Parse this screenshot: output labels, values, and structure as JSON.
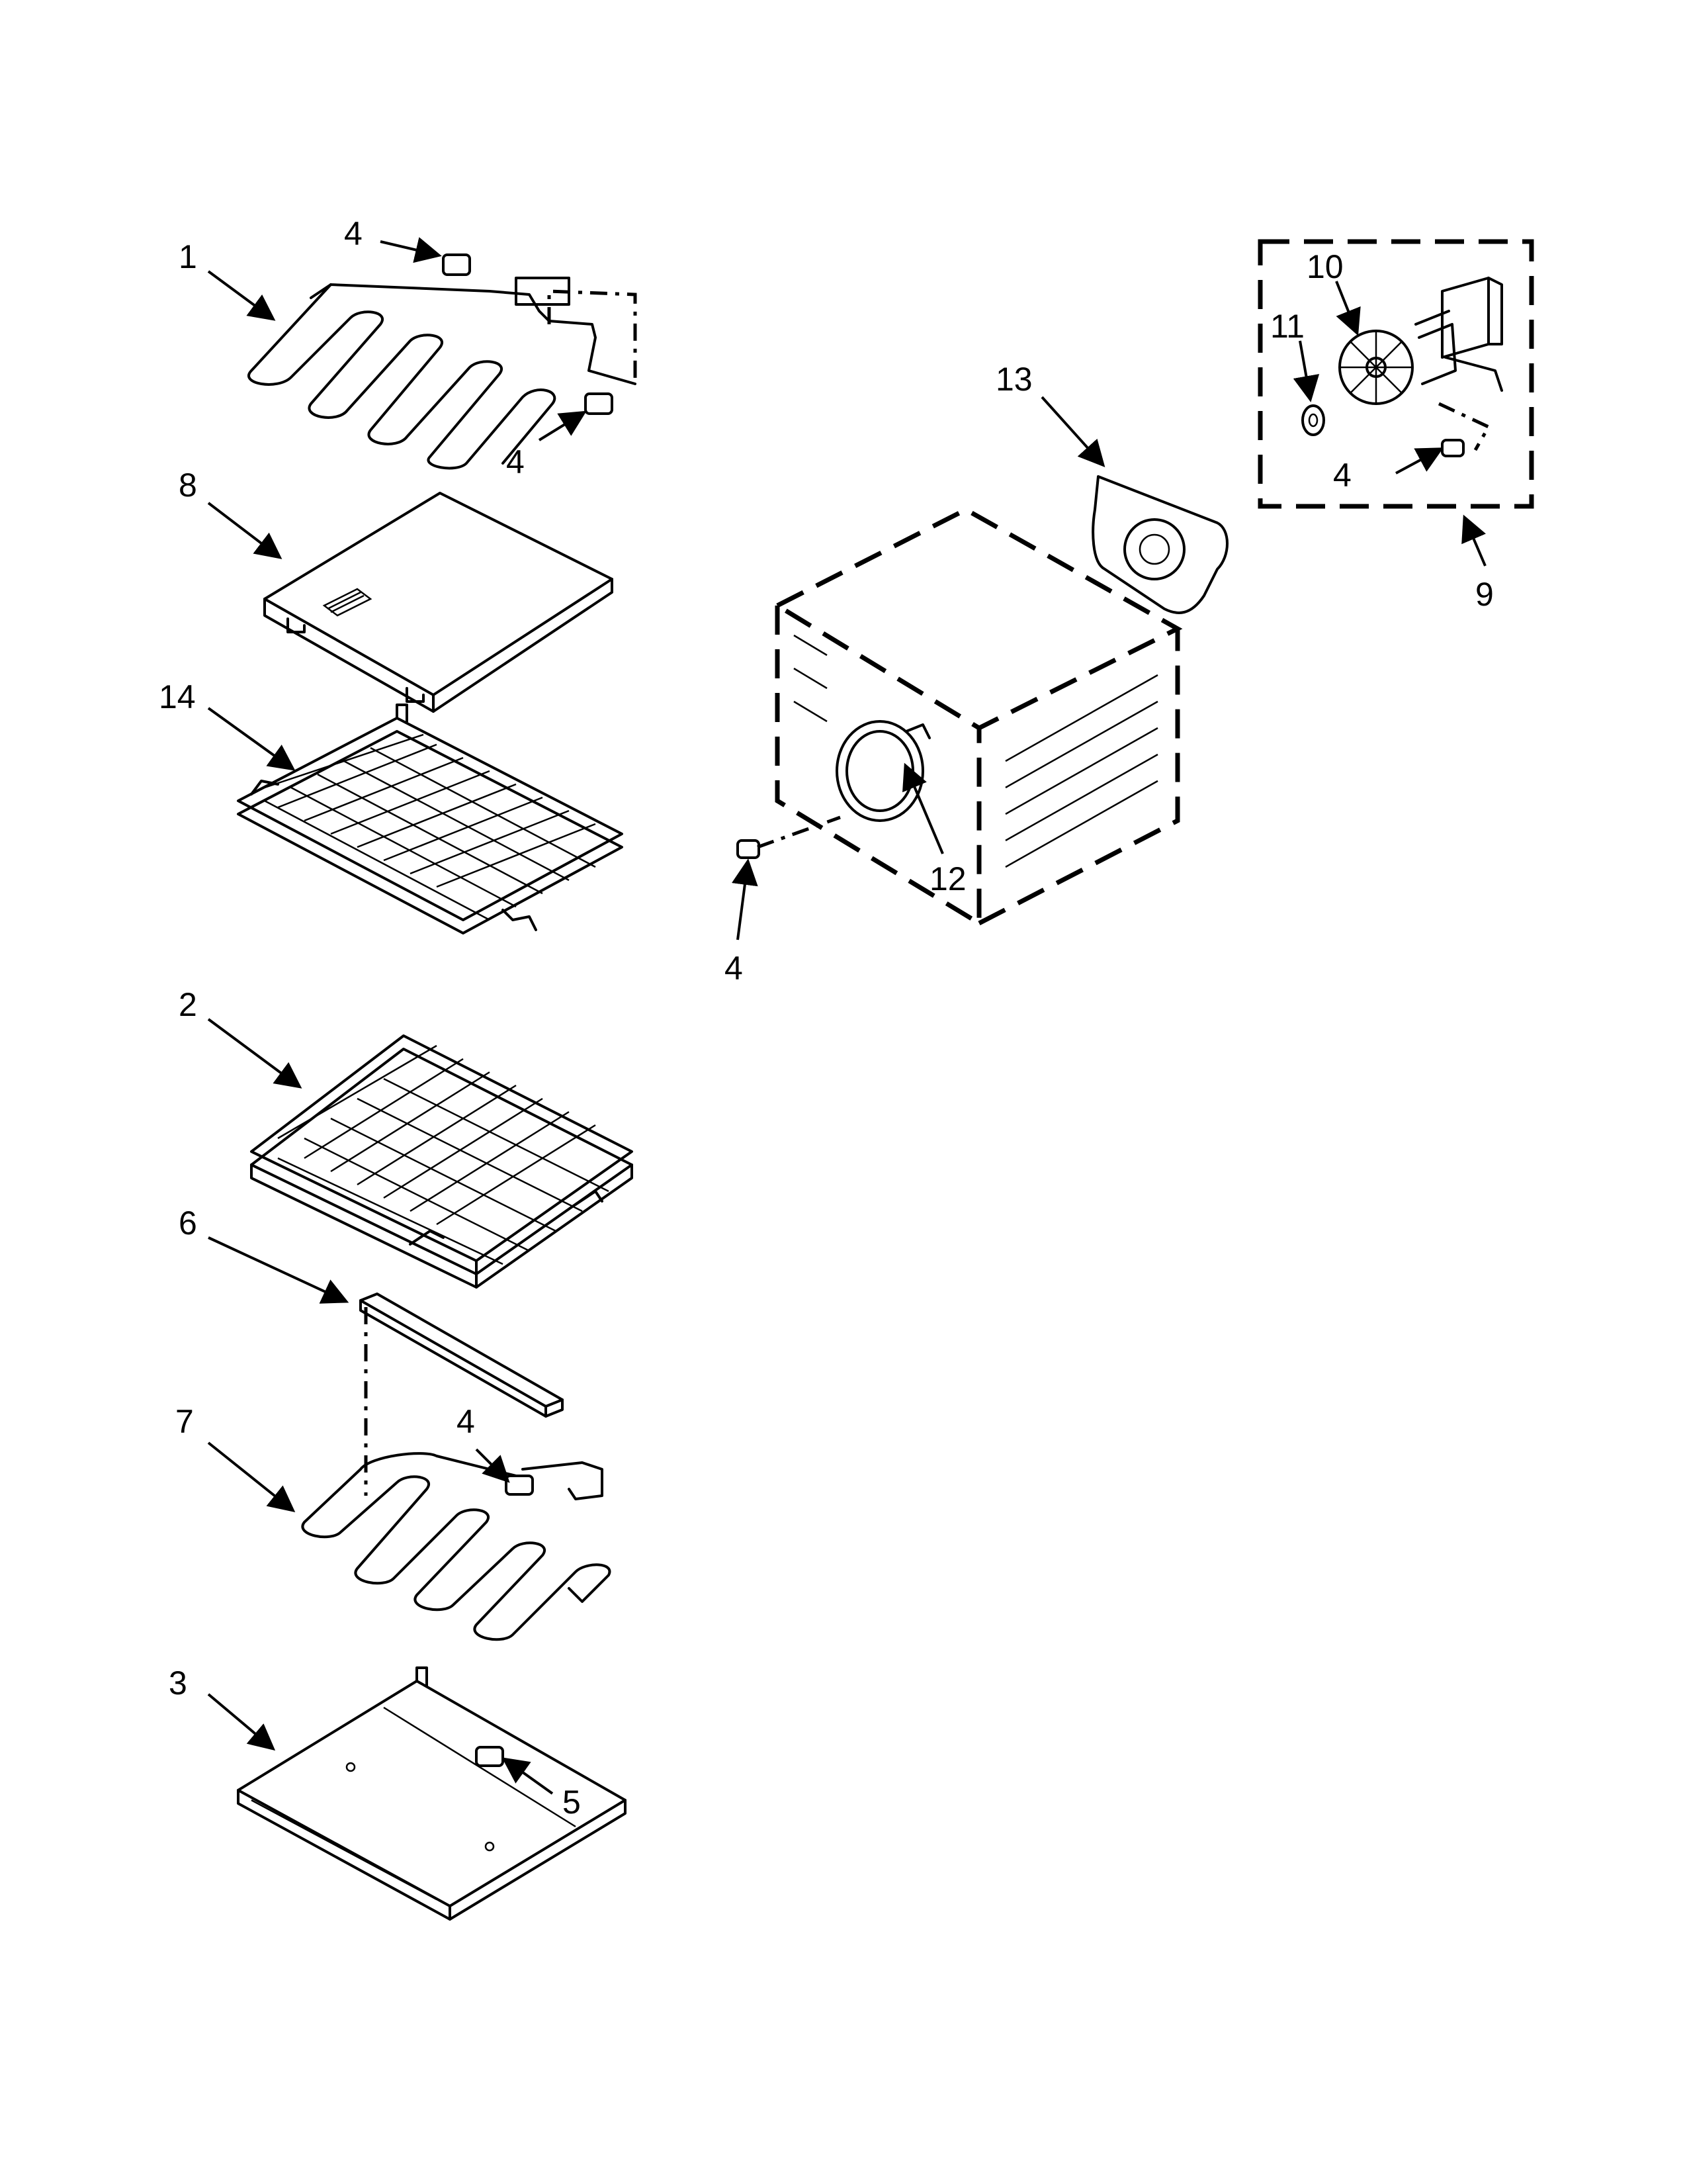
{
  "callouts": {
    "c1": "1",
    "c4a": "4",
    "c4b": "4",
    "c8": "8",
    "c14": "14",
    "c2": "2",
    "c6": "6",
    "c7": "7",
    "c4c": "4",
    "c3": "3",
    "c5": "5",
    "c13": "13",
    "c10": "10",
    "c11": "11",
    "c4d": "4",
    "c9": "9",
    "c12": "12",
    "c4e": "4"
  },
  "parts": [
    {
      "label": "1",
      "icon": "broil-element-icon"
    },
    {
      "label": "2",
      "icon": "roll-out-rack-icon"
    },
    {
      "label": "3",
      "icon": "bottom-panel-icon"
    },
    {
      "label": "4",
      "icon": "screw-icon"
    },
    {
      "label": "5",
      "icon": "screw-icon"
    },
    {
      "label": "6",
      "icon": "trim-strip-icon"
    },
    {
      "label": "7",
      "icon": "bake-element-icon"
    },
    {
      "label": "8",
      "icon": "baffle-plate-icon"
    },
    {
      "label": "9",
      "icon": "convection-fan-kit-icon"
    },
    {
      "label": "10",
      "icon": "fan-blade-icon"
    },
    {
      "label": "11",
      "icon": "nut-icon"
    },
    {
      "label": "12",
      "icon": "convection-element-icon"
    },
    {
      "label": "13",
      "icon": "fan-cover-icon"
    },
    {
      "label": "14",
      "icon": "oven-rack-icon"
    }
  ]
}
